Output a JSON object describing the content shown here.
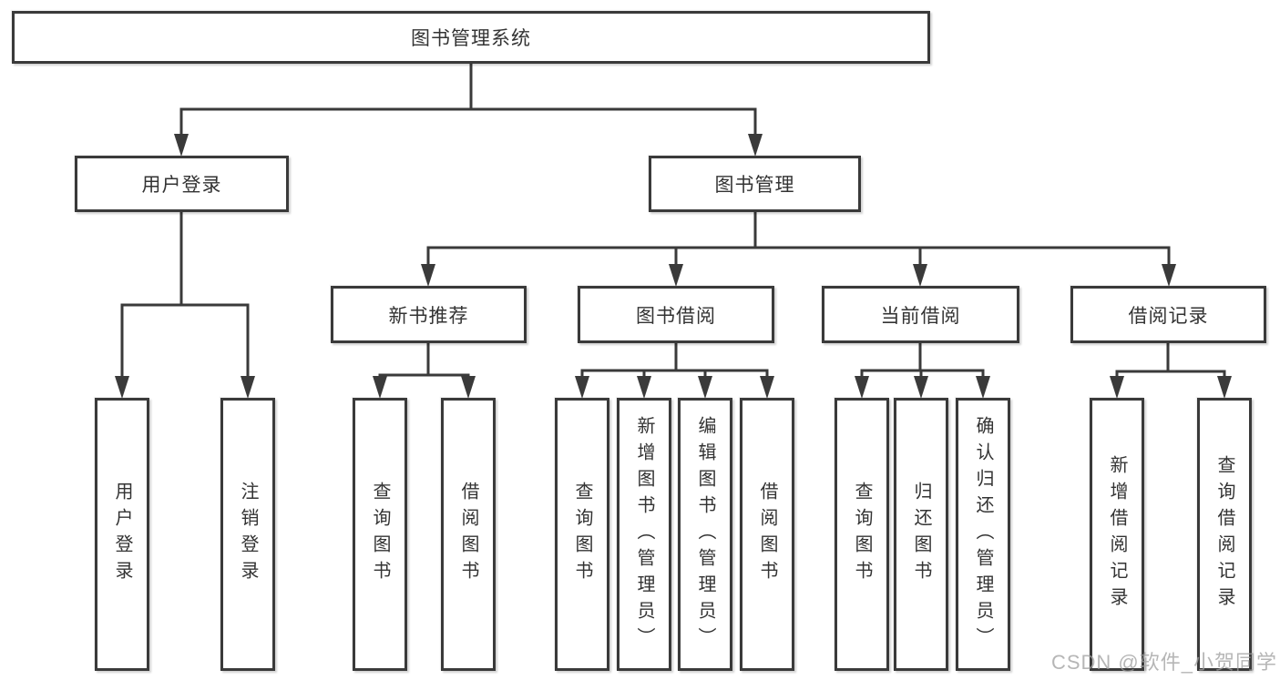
{
  "diagram_title": "图书管理系统",
  "tree": {
    "label": "图书管理系统",
    "children": [
      {
        "label": "用户登录",
        "children": [
          {
            "label": "用户登录"
          },
          {
            "label": "注销登录"
          }
        ]
      },
      {
        "label": "图书管理",
        "children": [
          {
            "label": "新书推荐",
            "children": [
              {
                "label": "查询图书"
              },
              {
                "label": "借阅图书"
              }
            ]
          },
          {
            "label": "图书借阅",
            "children": [
              {
                "label": "查询图书"
              },
              {
                "label": "新增图书（管理员）"
              },
              {
                "label": "编辑图书（管理员）"
              },
              {
                "label": "借阅图书"
              }
            ]
          },
          {
            "label": "当前借阅",
            "children": [
              {
                "label": "查询图书"
              },
              {
                "label": "归还图书"
              },
              {
                "label": "确认归还（管理员）"
              }
            ]
          },
          {
            "label": "借阅记录",
            "children": [
              {
                "label": "新增借阅记录"
              },
              {
                "label": "查询借阅记录"
              }
            ]
          }
        ]
      }
    ]
  },
  "watermark": {
    "text": "CSDN @软件_小贺同学"
  },
  "colors": {
    "line": "#3a3a3a",
    "node_border": "#3a3a3a",
    "text": "#333333",
    "watermark_text": "#9e9e9e",
    "background": "#ffffff"
  }
}
